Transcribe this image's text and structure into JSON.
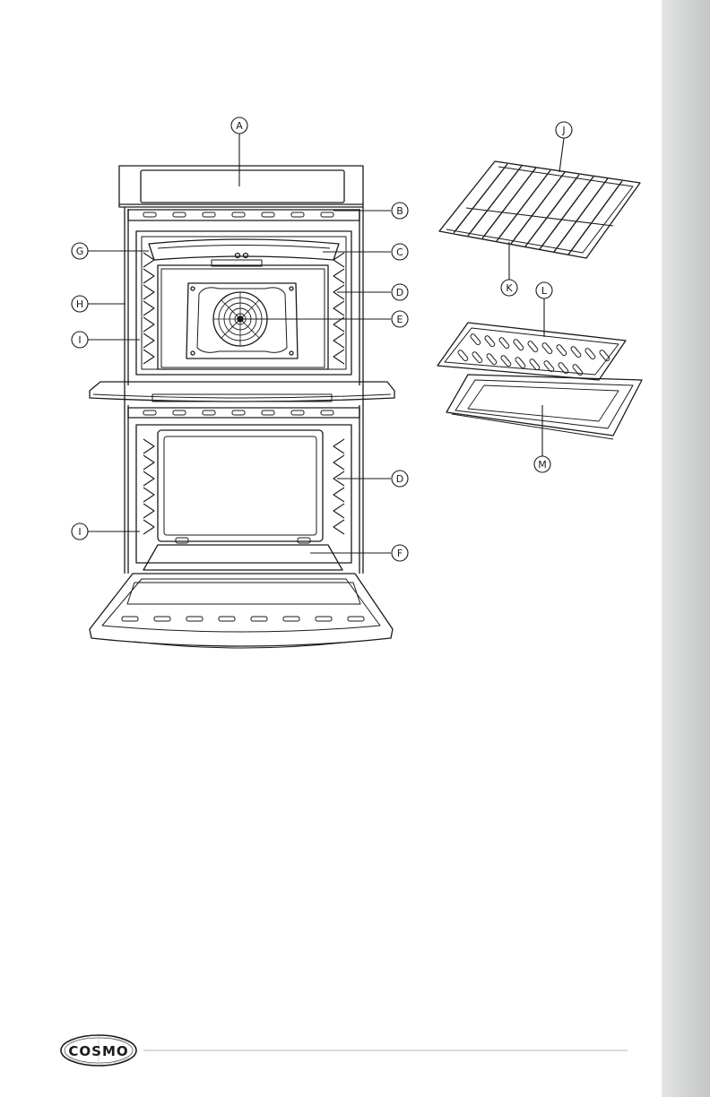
{
  "diagram": {
    "callouts": [
      "A",
      "B",
      "C",
      "D",
      "E",
      "F",
      "G",
      "H",
      "I",
      "J",
      "K",
      "L",
      "M"
    ]
  },
  "footer": {
    "logo_text": "COSMO"
  },
  "colors": {
    "line": "#1a1a1a",
    "side_tab": "#d3d6d5",
    "footer_rule": "#9a9a9a"
  }
}
